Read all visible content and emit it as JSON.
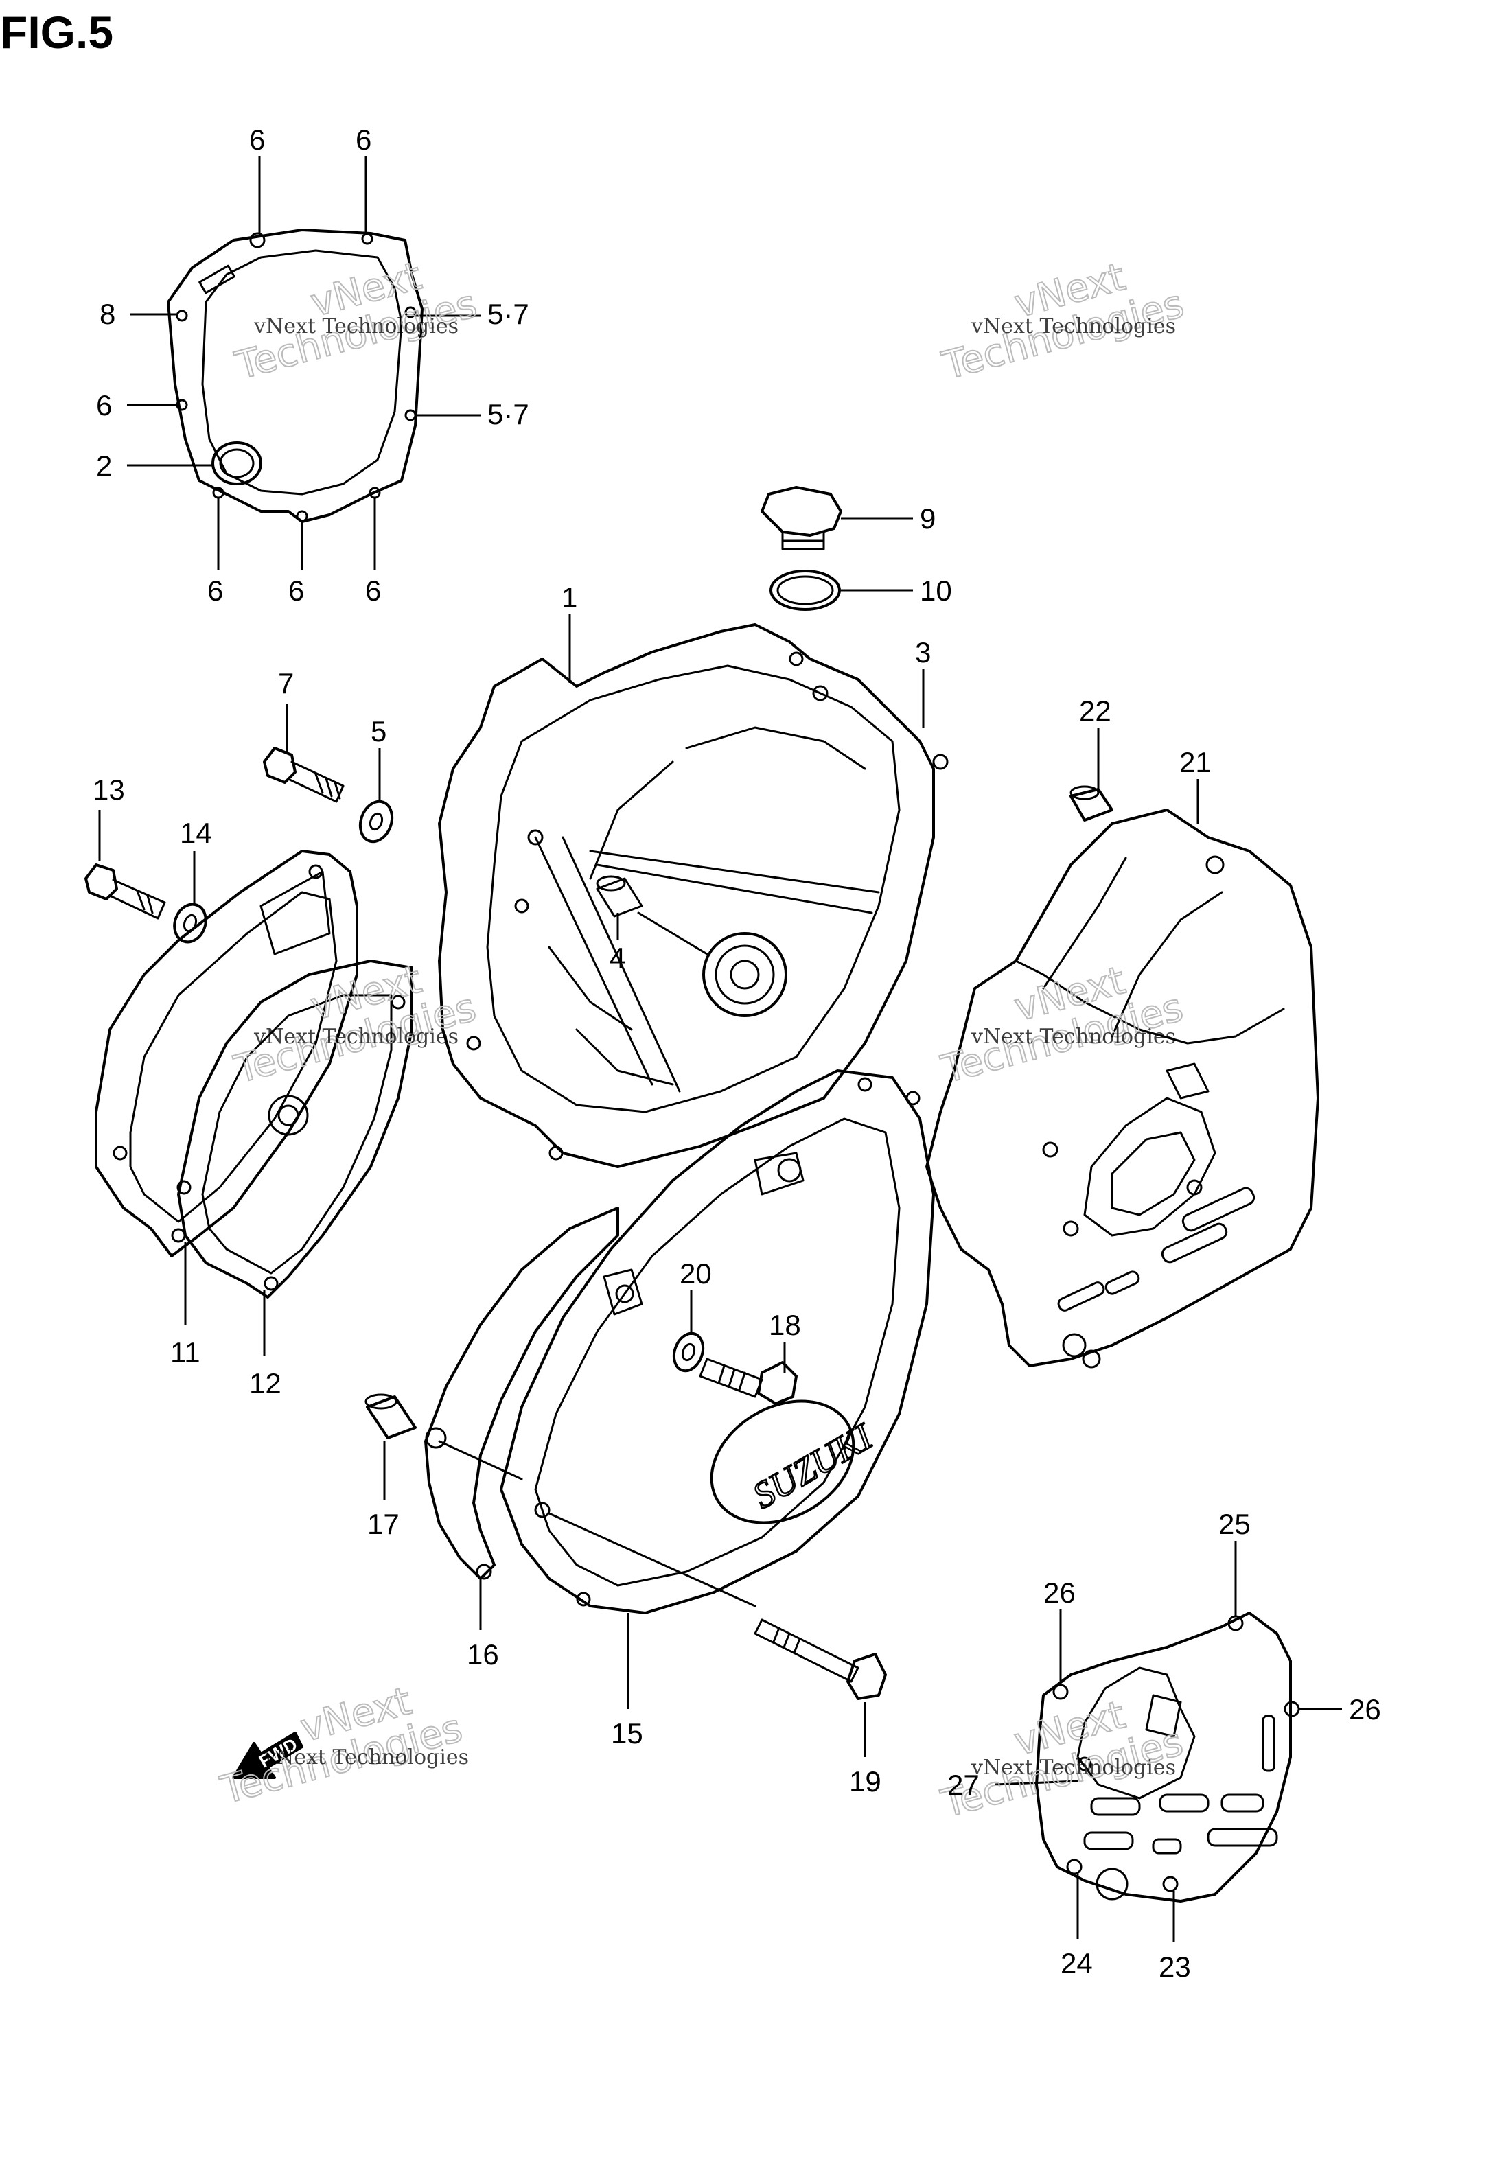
{
  "figure_title": "FIG.5",
  "watermark": {
    "line1": "vNext Technologies",
    "line2": "Technologies",
    "line3": "vNext"
  },
  "fwd_label": "FWD",
  "brand_text": "SUZUKI",
  "callouts": {
    "c1": "1",
    "c2": "2",
    "c3": "3",
    "c4": "4",
    "c5a": "5",
    "c5_7a": "5·7",
    "c5_7b": "5·7",
    "c6a": "6",
    "c6b": "6",
    "c6c": "6",
    "c6d": "6",
    "c6e": "6",
    "c6f": "6",
    "c7": "7",
    "c8": "8",
    "c9": "9",
    "c10": "10",
    "c11": "11",
    "c12": "12",
    "c13": "13",
    "c14": "14",
    "c15": "15",
    "c16": "16",
    "c17": "17",
    "c18": "18",
    "c19": "19",
    "c20": "20",
    "c21": "21",
    "c22": "22",
    "c23": "23",
    "c24": "24",
    "c25": "25",
    "c26a": "26",
    "c26b": "26",
    "c27": "27"
  }
}
